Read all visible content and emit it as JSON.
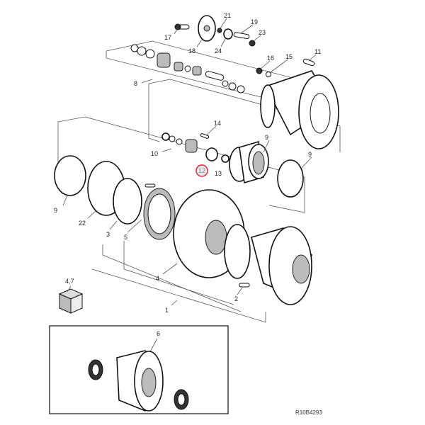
{
  "diagram": {
    "callouts": {
      "c21": "21",
      "c19": "19",
      "c17": "17",
      "c23": "23",
      "c18": "18",
      "c24": "24",
      "c16": "16",
      "c15": "15",
      "c11": "11",
      "c8": "8",
      "c14": "14",
      "c9a": "9",
      "c10": "10",
      "c9b": "9",
      "c12": "12",
      "c13": "13",
      "c9c": "9",
      "c22": "22",
      "c3": "3",
      "c5": "5",
      "c4": "4",
      "c2": "2",
      "c1": "1",
      "c47": "4,7",
      "c6": "6"
    },
    "highlighted_callout": "12",
    "highlight_color": "#e0202a",
    "reference_code": "R10B4293"
  }
}
